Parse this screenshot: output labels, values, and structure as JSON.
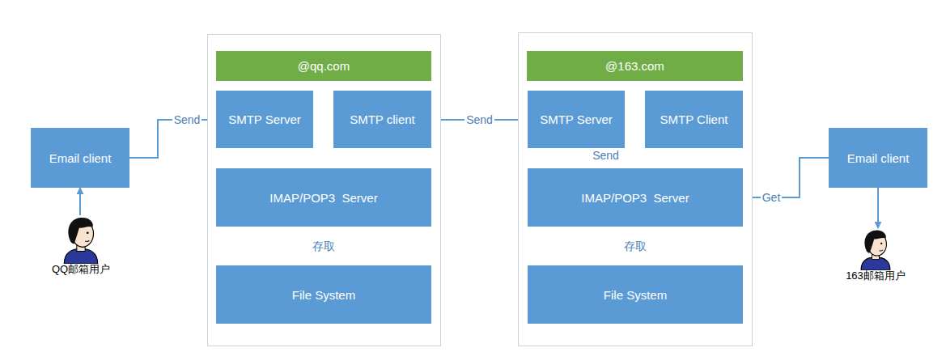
{
  "diagram": {
    "nodes": [
      {
        "text": [
          "Email client"
        ]
      },
      {
        "text": [
          "QQ邮箱用户"
        ]
      },
      {
        "text": [
          "@qq.com"
        ]
      },
      {
        "text": [
          "SMTP Server"
        ],
        "in": 2
      },
      {
        "text": [
          "SMTP client"
        ],
        "in": 2
      },
      {
        "text": [
          "IMAP/POP3  Server"
        ],
        "in": 2
      },
      {
        "text": [
          "File System"
        ],
        "in": 2
      },
      {
        "text": [
          "@163.com"
        ]
      },
      {
        "text": [
          "SMTP Server"
        ],
        "in": 7
      },
      {
        "text": [
          "SMTP Client"
        ],
        "in": 7
      },
      {
        "text": [
          "IMAP/POP3  Server"
        ],
        "in": 7
      },
      {
        "text": [
          "File System"
        ],
        "in": 7
      },
      {
        "text": [
          "Email client"
        ]
      },
      {
        "text": [
          "163邮箱用户"
        ]
      }
    ],
    "edges": [
      {
        "from": 1,
        "to": 0,
        "arrow": "to"
      },
      {
        "from": 0,
        "to": 3,
        "label": "Send",
        "arrow": "to"
      },
      {
        "from": 3,
        "to": 4,
        "arrow": "to"
      },
      {
        "from": 4,
        "to": 8,
        "label": "Send",
        "arrow": "to"
      },
      {
        "from": 8,
        "to": 10,
        "label": "Send",
        "arrow": "to"
      },
      {
        "from": 5,
        "to": 6,
        "label": "存取",
        "arrow": "both"
      },
      {
        "from": 10,
        "to": 11,
        "label": "存取",
        "arrow": "both"
      },
      {
        "from": 12,
        "to": 10,
        "label": "Get",
        "arrow": "to"
      },
      {
        "from": 12,
        "to": 13,
        "arrow": "to"
      }
    ]
  }
}
